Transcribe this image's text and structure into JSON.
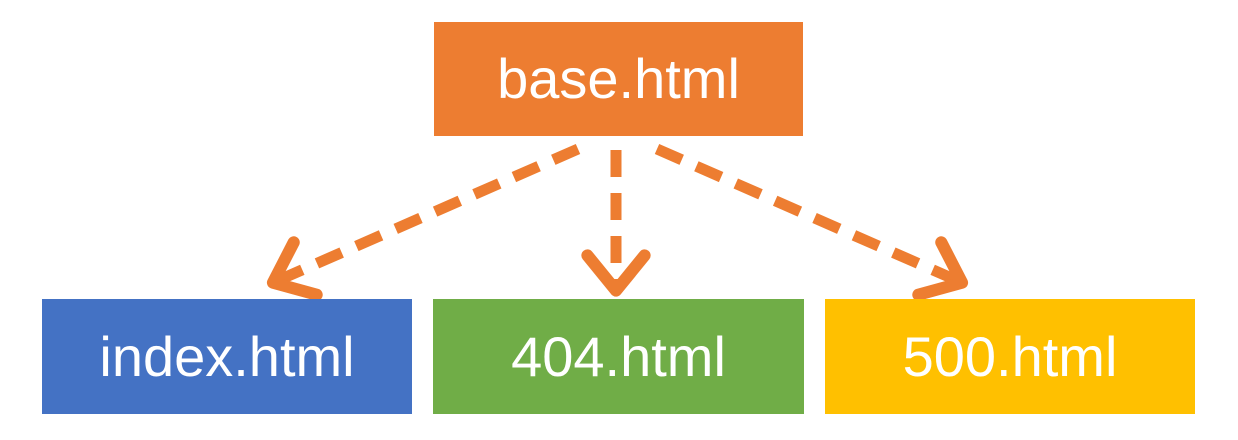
{
  "diagram": {
    "background_color": "#FFFFFF",
    "arrow_color": "#ED7D31",
    "arrow_style": "dashed",
    "nodes": {
      "base": {
        "label": "base.html",
        "color": "#ED7D31",
        "text_color": "#FFFFFF",
        "level": "parent"
      },
      "index": {
        "label": "index.html",
        "color": "#4472C4",
        "text_color": "#FFFFFF",
        "level": "child"
      },
      "error404": {
        "label": "404.html",
        "color": "#70AD47",
        "text_color": "#FFFFFF",
        "level": "child"
      },
      "error500": {
        "label": "500.html",
        "color": "#FFC000",
        "text_color": "#FFFFFF",
        "level": "child"
      }
    },
    "edges": [
      {
        "from": "base.html",
        "to": "index.html",
        "style": "dashed-arrow"
      },
      {
        "from": "base.html",
        "to": "404.html",
        "style": "dashed-arrow"
      },
      {
        "from": "base.html",
        "to": "500.html",
        "style": "dashed-arrow"
      }
    ]
  }
}
